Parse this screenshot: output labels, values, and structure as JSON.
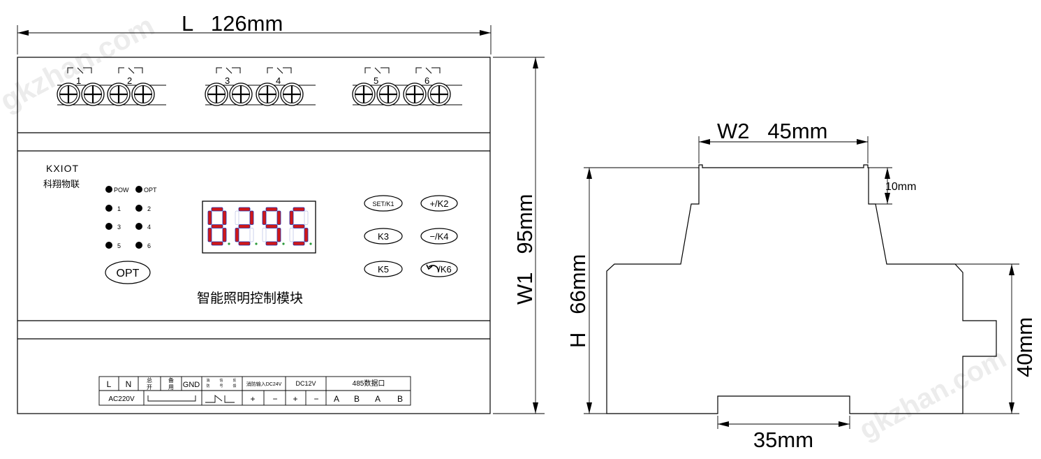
{
  "dimensions": {
    "length": "L   126mm",
    "width1": "W1   95mm",
    "width2": "W2   45mm",
    "height": "H   66mm",
    "rail_height": "40mm",
    "top_step": "10mm",
    "base_width": "35mm"
  },
  "front": {
    "brand": "KXIOT",
    "brand_cn": "科翔物联",
    "product_name": "智能照明控制模块",
    "display_value": "8295",
    "relay_numbers": [
      "1",
      "2",
      "3",
      "4",
      "5",
      "6"
    ],
    "leds": [
      "POW",
      "OPT",
      "1",
      "2",
      "3",
      "4",
      "5",
      "6"
    ],
    "opt_button": "OPT",
    "buttons": [
      "SET/K1",
      "+/K2",
      "K3",
      "−/K4",
      "K5",
      "/K6"
    ]
  },
  "terminals": {
    "power_cells": [
      "L",
      "N"
    ],
    "zong_kai": [
      "总",
      "开"
    ],
    "bei_yong": [
      "备",
      "用"
    ],
    "gnd": "GND",
    "ac_label": "AC220V",
    "fire_small": [
      "消",
      "防",
      "信",
      "号",
      "反",
      "馈"
    ],
    "fire_input": "消防输入DC24V",
    "dc12": "DC12V",
    "rs485": "485数据口",
    "pins": [
      "+",
      "−",
      "+",
      "−",
      "A",
      "B",
      "A",
      "B"
    ]
  },
  "watermark": "gkzhan.com"
}
